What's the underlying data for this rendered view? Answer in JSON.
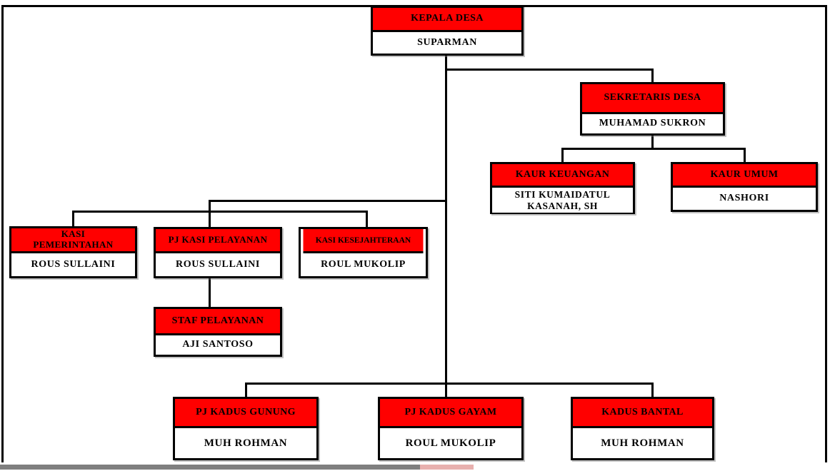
{
  "page": {
    "background": "#ffffff",
    "frame_border_color": "#000000"
  },
  "colors": {
    "header_bg": "#ff0000",
    "box_bg": "#ffffff",
    "border": "#000000",
    "text": "#000000",
    "connector": "#000000",
    "scrollbar_track": "#7f7f7f",
    "scrollbar_thumb": "#e8b0ae"
  },
  "nodes": {
    "kepala_desa": {
      "title": "KEPALA DESA",
      "name": "SUPARMAN"
    },
    "sekretaris_desa": {
      "title": "SEKRETARIS DESA",
      "name": "MUHAMAD SUKRON"
    },
    "kaur_keuangan": {
      "title": "KAUR KEUANGAN",
      "name": "SITI KUMAIDATUL KASANAH, SH"
    },
    "kaur_umum": {
      "title": "KAUR UMUM",
      "name": "NASHORI"
    },
    "kasi_pemerintahan": {
      "title": "KASI\nPEMERINTAHAN",
      "name": "ROUS SULLAINI"
    },
    "pj_kasi_pelayanan": {
      "title": "PJ KASI PELAYANAN",
      "name": "ROUS SULLAINI"
    },
    "kasi_kesejahteraan": {
      "title": "KASI KESEJAHTERAAN",
      "name": "ROUL MUKOLIP"
    },
    "staf_pelayanan": {
      "title": "STAF PELAYANAN",
      "name": "AJI SANTOSO"
    },
    "pj_kadus_gunung": {
      "title": "PJ KADUS GUNUNG",
      "name": "MUH ROHMAN"
    },
    "pj_kadus_gayam": {
      "title": "PJ KADUS GAYAM",
      "name": "ROUL MUKOLIP"
    },
    "kadus_bantal": {
      "title": "KADUS BANTAL",
      "name": "MUH ROHMAN"
    }
  },
  "hierarchy": {
    "KEPALA DESA": [
      "SEKRETARIS DESA",
      "KASI PEMERINTAHAN",
      "PJ KASI PELAYANAN",
      "KASI KESEJAHTERAAN",
      "PJ KADUS GUNUNG",
      "PJ KADUS GAYAM",
      "KADUS BANTAL"
    ],
    "SEKRETARIS DESA": [
      "KAUR KEUANGAN",
      "KAUR UMUM"
    ],
    "PJ KASI PELAYANAN": [
      "STAF PELAYANAN"
    ]
  }
}
